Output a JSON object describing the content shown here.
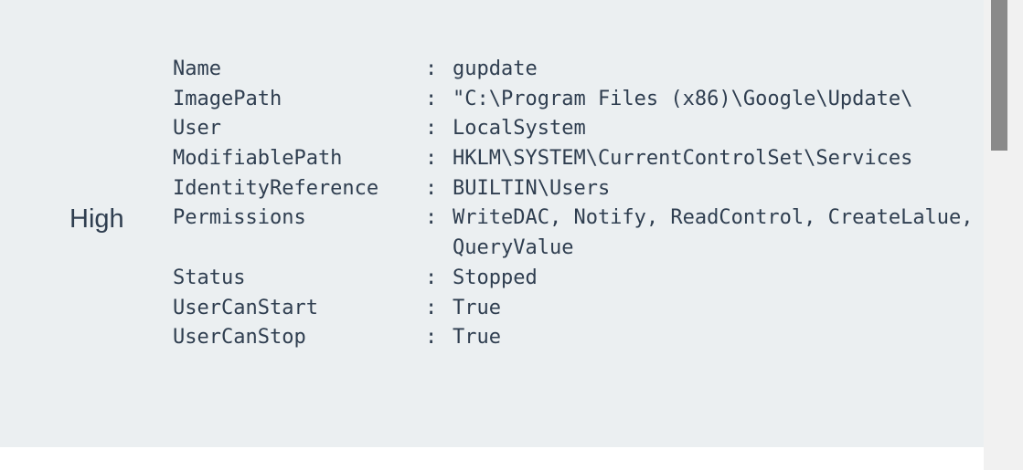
{
  "severity": "High",
  "service": {
    "rows": [
      {
        "key": "Name",
        "sep": ":",
        "value": "gupdate"
      },
      {
        "key": "ImagePath",
        "sep": ":",
        "value": "\"C:\\Program Files (x86)\\Google\\Update\\"
      },
      {
        "key": "User",
        "sep": ":",
        "value": "LocalSystem"
      },
      {
        "key": "ModifiablePath",
        "sep": ":",
        "value": "HKLM\\SYSTEM\\CurrentControlSet\\Services"
      },
      {
        "key": "IdentityReference",
        "sep": ":",
        "value": "BUILTIN\\Users"
      },
      {
        "key": "Permissions",
        "sep": ":",
        "value": "WriteDAC, Notify, ReadControl, CreateLalue, QueryValue"
      },
      {
        "key": "Status",
        "sep": ":",
        "value": "Stopped"
      },
      {
        "key": "UserCanStart",
        "sep": ":",
        "value": "True"
      },
      {
        "key": "UserCanStop",
        "sep": ":",
        "value": "True"
      }
    ]
  }
}
